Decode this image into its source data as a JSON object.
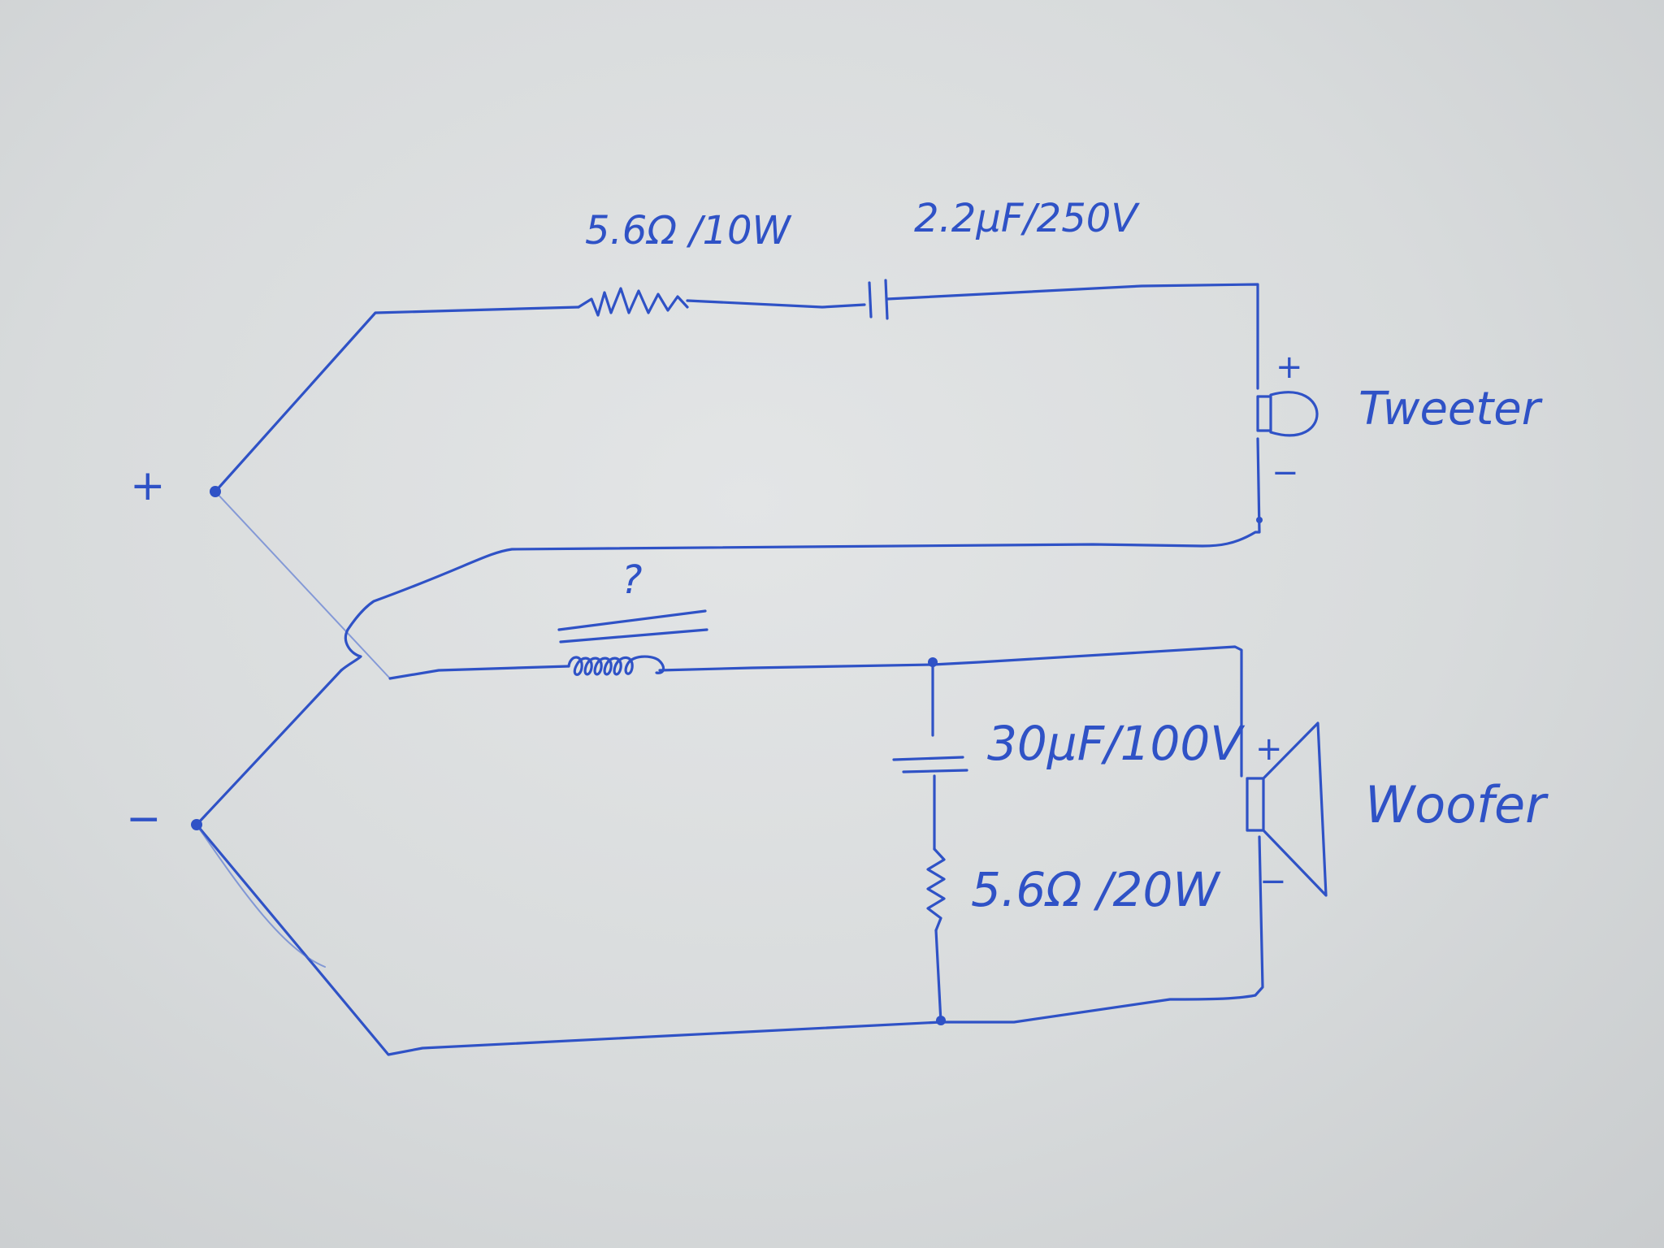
{
  "labels": {
    "input_plus": "+",
    "input_minus": "−",
    "r1": "5.6Ω /10W",
    "c1": "2.2μF/250V",
    "tweeter": "Tweeter",
    "tweeter_plus": "+",
    "tweeter_minus": "−",
    "inductor": "?",
    "c2": "30μF/100V",
    "r2": "5.6Ω /20W",
    "woofer": "Woofer",
    "woofer_plus": "+",
    "woofer_minus": "−"
  },
  "colors": {
    "ink": "#2f52c6",
    "paper": "#dcdfe0"
  }
}
